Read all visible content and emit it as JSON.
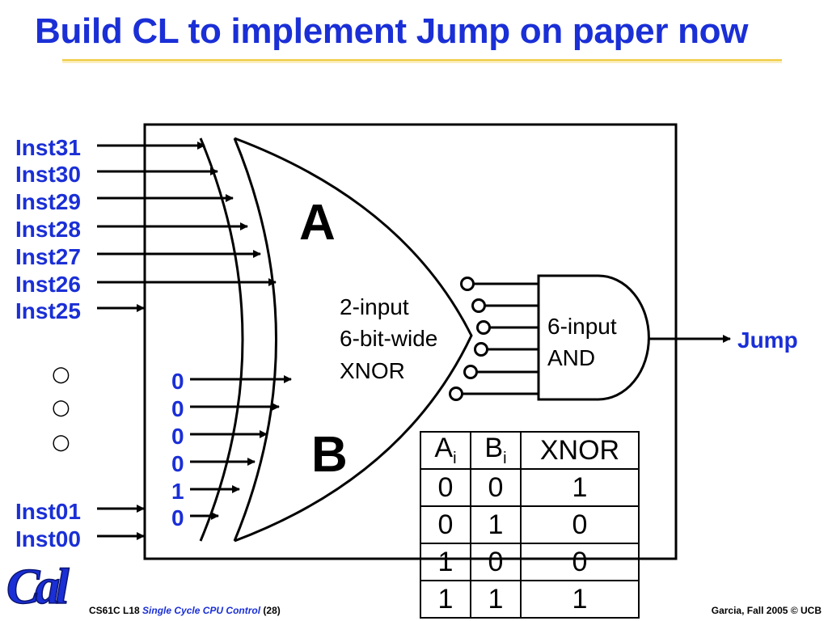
{
  "slide": {
    "title": "Build CL to implement Jump on paper now",
    "footer_left_course": "CS61C L18",
    "footer_left_title": "Single Cycle CPU Control",
    "footer_left_page": "(28)",
    "footer_right": "Garcia, Fall 2005 © UCB",
    "logo_text": "Cal"
  },
  "diagram": {
    "input_labels": [
      "Inst31",
      "Inst30",
      "Inst29",
      "Inst28",
      "Inst27",
      "Inst26",
      "Inst25"
    ],
    "ellipsis_marks": [
      "○",
      "○",
      "○"
    ],
    "lower_input_labels": [
      "Inst01",
      "Inst00"
    ],
    "constant_bits": [
      "0",
      "0",
      "0",
      "0",
      "1",
      "0"
    ],
    "label_a": "A",
    "label_b": "B",
    "xnor_label_lines": [
      "2-input",
      "6-bit-wide",
      "XNOR"
    ],
    "and_label_lines": [
      "6-input",
      "AND"
    ],
    "output_label": "Jump"
  },
  "truth_table": {
    "headers": [
      {
        "main": "A",
        "sub": "i"
      },
      {
        "main": "B",
        "sub": "i"
      },
      {
        "main": "XNOR",
        "sub": ""
      }
    ],
    "rows": [
      [
        "0",
        "0",
        "1"
      ],
      [
        "0",
        "1",
        "0"
      ],
      [
        "1",
        "0",
        "0"
      ],
      [
        "1",
        "1",
        "1"
      ]
    ]
  },
  "colors": {
    "accent_blue": "#1a2fd6",
    "title_rule": "#f2d25a"
  }
}
